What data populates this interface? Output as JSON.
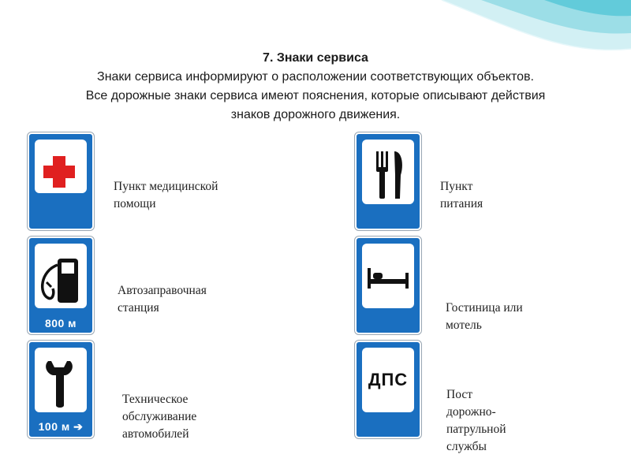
{
  "heading": {
    "title": "7. Знаки сервиса",
    "line1": "Знаки сервиса информируют о расположении соответствующих объектов.",
    "line2": "Все дорожные знаки сервиса имеют пояснения, которые описывают действия",
    "line3": "знаков дорожного движения."
  },
  "colors": {
    "sign_blue": "#1a6fc0",
    "cross_red": "#e02020",
    "deco_teal": "#5cc9d8"
  },
  "signs": {
    "medical": {
      "icon": "red-cross-icon",
      "label": "Пункт медицинской\nпомощи"
    },
    "food": {
      "icon": "fork-knife-icon",
      "label": "Пункт\nпитания"
    },
    "fuel": {
      "icon": "fuel-pump-icon",
      "distance": "800 м",
      "label": "Автозаправочная\nстанция"
    },
    "hotel": {
      "icon": "bed-icon",
      "label": "Гостиница или\nмотель"
    },
    "service": {
      "icon": "wrench-icon",
      "distance": "100 м",
      "label": "Техническое\nобслуживание\nавтомобилей"
    },
    "police": {
      "icon": "dps-text-icon",
      "sign_text": "ДПС",
      "label": "Пост\nдорожно-\nпатрульной\nслужбы"
    }
  }
}
